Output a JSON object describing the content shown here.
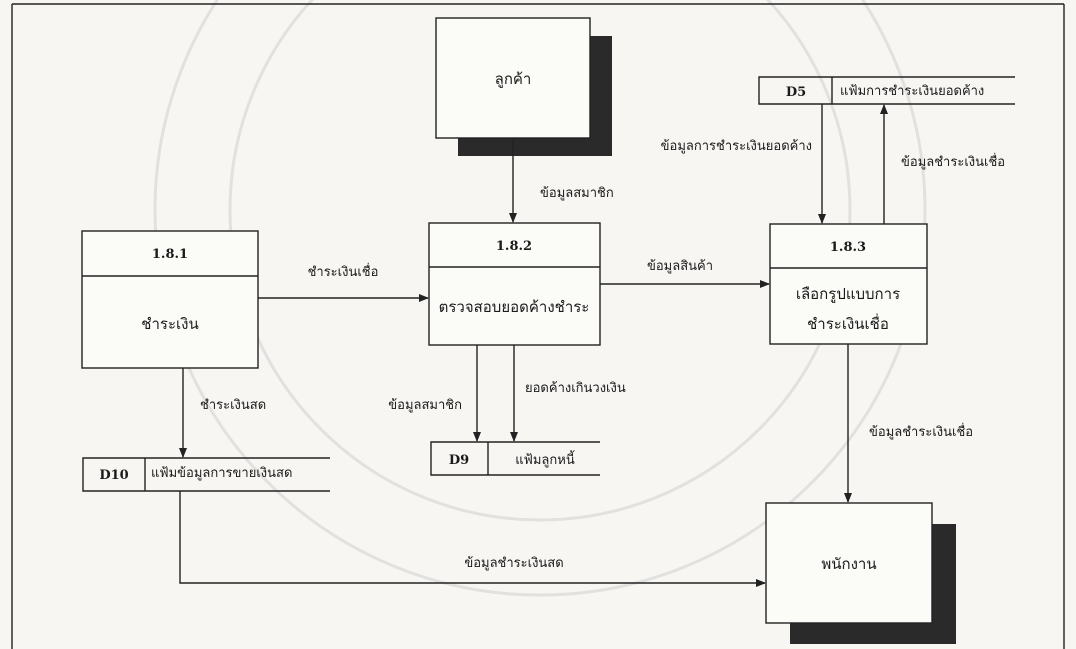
{
  "externals": {
    "customer": "ลูกค้า",
    "employee": "พนักงาน"
  },
  "processes": [
    {
      "id": "1.8.1",
      "lines": [
        "ชำระเงิน"
      ]
    },
    {
      "id": "1.8.2",
      "lines": [
        "ตรวจสอบยอดค้างชำระ"
      ]
    },
    {
      "id": "1.8.3",
      "lines": [
        "เลือกรูปแบบการ",
        "ชำระเงินเชื่อ"
      ]
    }
  ],
  "stores": [
    {
      "code": "D5",
      "name": "แฟ้มการชำระเงินยอดค้าง"
    },
    {
      "code": "D9",
      "name": "แฟ้มลูกหนี้"
    },
    {
      "code": "D10",
      "name": "แฟ้มข้อมูลการขายเงินสด"
    }
  ],
  "flows": {
    "customer_to_p182": "ข้อมูลสมาชิก",
    "p181_to_p182": "ชำระเงินเชื่อ",
    "p182_to_p183": "ข้อมูลสินค้า",
    "d5_to_p183": "ข้อมูลการชำระเงินยอดค้าง",
    "p183_to_d5": "ข้อมูลชำระเงินเชื่อ",
    "p181_to_d10": "ชำระเงินสด",
    "p182_to_d9_member": "ข้อมูลสมาชิก",
    "p182_to_d9_overdue": "ยอดค้างเกินวงเงิน",
    "p183_to_employee": "ข้อมูลชำระเงินเชื่อ",
    "d10_to_employee": "ข้อมูลชำระเงินสด"
  }
}
